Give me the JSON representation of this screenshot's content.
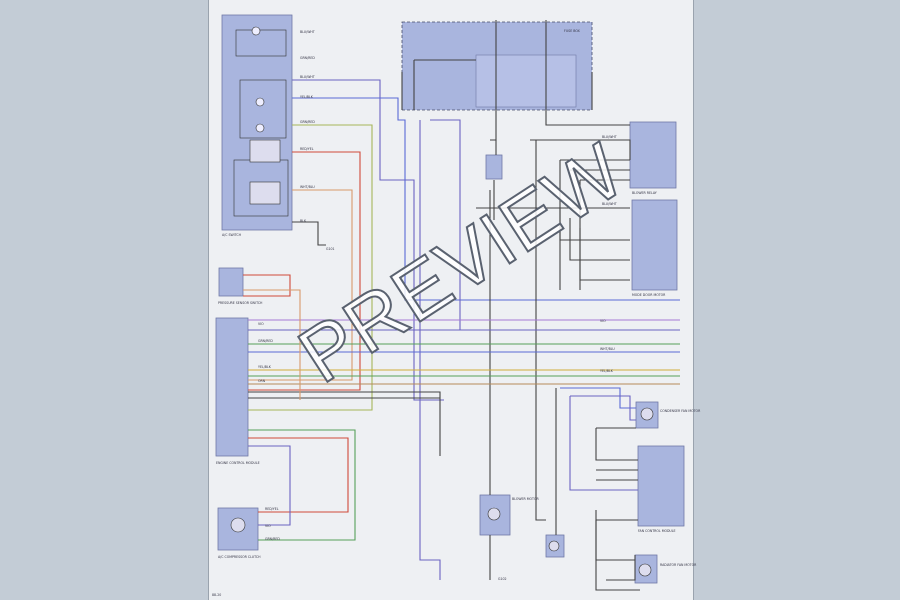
{
  "diagram": {
    "components": {
      "ac_switch": "A/C SWITCH",
      "pressure_switch": "PRESSURE SENSOR SWITCH",
      "ecm": "ENGINE CONTROL MODULE",
      "blower_relay": "BLOWER RELAY",
      "mode_door": "MODE DOOR MOTOR",
      "condenser_fan": "CONDENSER FAN MOTOR",
      "fan_control": "FAN CONTROL MODULE",
      "radiator_fan": "RADIATOR FAN MOTOR",
      "blower_motor": "BLOWER MOTOR",
      "compressor_clutch": "A/C COMPRESSOR CLUTCH",
      "fuse_box": "FUSE BOX",
      "ground_g1": "G101",
      "ground_g2": "G102"
    },
    "wire_labels": [
      "BLU/WHT",
      "GRN/RED",
      "YEL/BLK",
      "RED/YEL",
      "BLK",
      "WHT/BLU",
      "ORN",
      "VIO"
    ],
    "page_number": "88-20"
  },
  "watermark": "PREVIEW"
}
